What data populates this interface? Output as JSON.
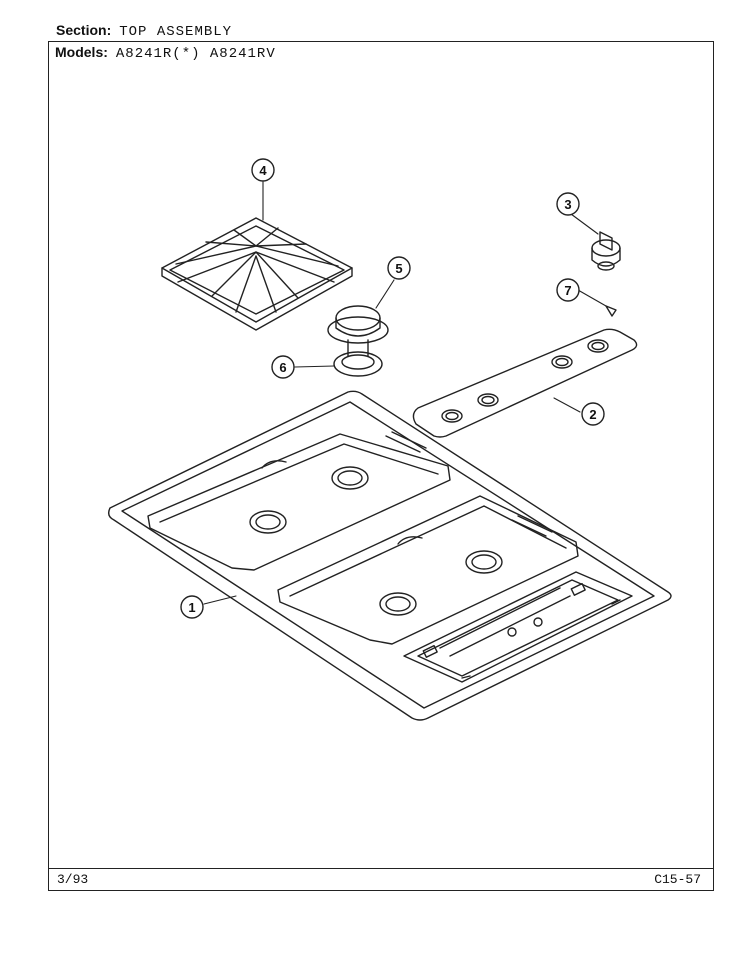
{
  "header": {
    "section_label": "Section:",
    "section_value": "TOP ASSEMBLY",
    "models_label": "Models:",
    "models_value": "A8241R(*) A8241RV"
  },
  "footer": {
    "date": "3/93",
    "page_code": "C15-57"
  },
  "callouts": [
    {
      "id": "1",
      "label": "1"
    },
    {
      "id": "2",
      "label": "2"
    },
    {
      "id": "3",
      "label": "3"
    },
    {
      "id": "4",
      "label": "4"
    },
    {
      "id": "5",
      "label": "5"
    },
    {
      "id": "6",
      "label": "6"
    },
    {
      "id": "7",
      "label": "7"
    }
  ]
}
